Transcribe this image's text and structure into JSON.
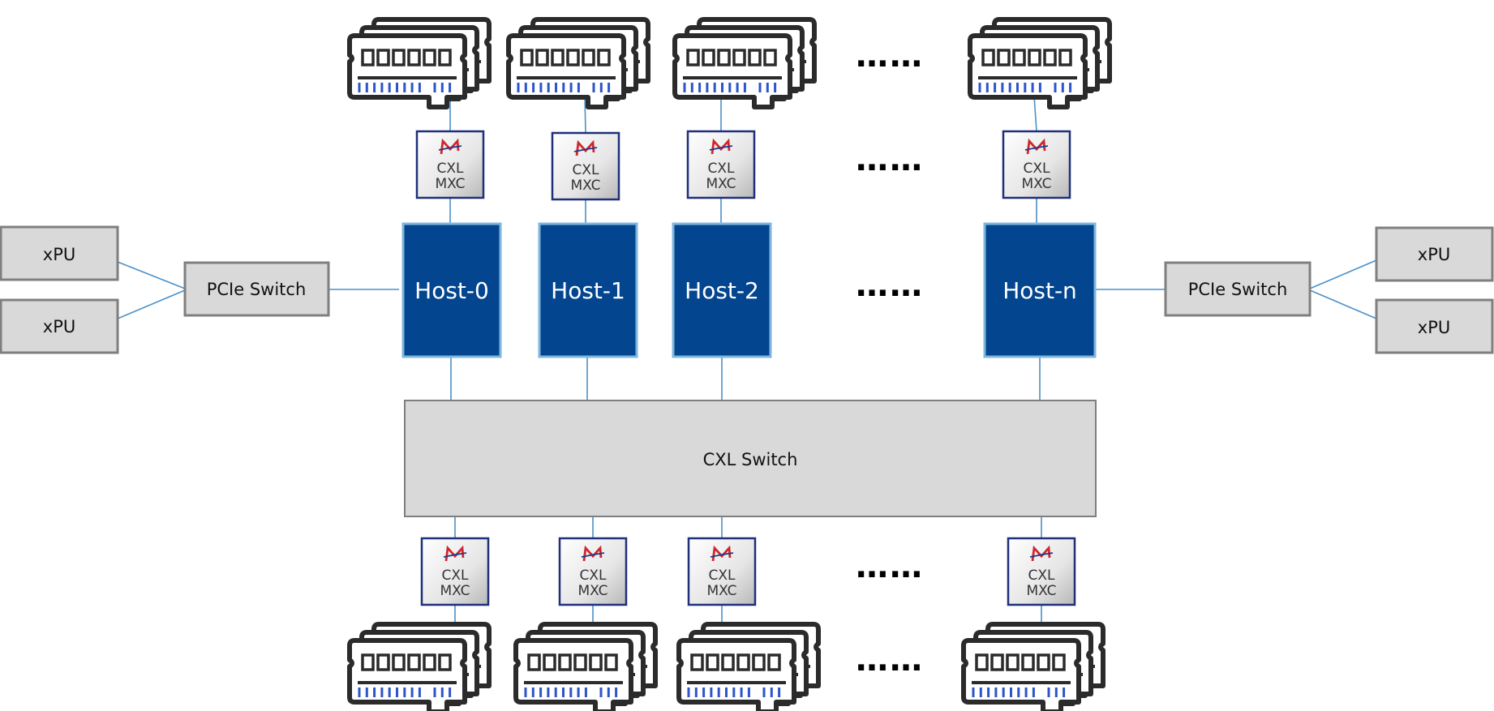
{
  "colors": {
    "host_fill": "#03458F",
    "host_border": "#7FB6DD",
    "box_fill": "#D9D9D9",
    "box_border": "#7F7F7F",
    "link": "#4A90C8",
    "dimm_stroke": "#2B2B2B",
    "dimm_pins": "#2E55C8",
    "chip_border": "#1F2F7A",
    "logo_red": "#D0262C",
    "logo_blue": "#1F3A8A"
  },
  "hosts": [
    {
      "label": "Host-0"
    },
    {
      "label": "Host-1"
    },
    {
      "label": "Host-2"
    },
    {
      "label": "Host-n"
    }
  ],
  "ellipsis": "……",
  "mxc_chip": {
    "line1": "CXL",
    "line2": "MXC",
    "icon": "mxc-logo-icon"
  },
  "memory_icon": "dimm-stack-icon",
  "cxl_switch": {
    "label": "CXL Switch"
  },
  "left": {
    "pcie_switch": {
      "label": "PCIe Switch"
    },
    "xpus": [
      {
        "label": "xPU"
      },
      {
        "label": "xPU"
      }
    ]
  },
  "right": {
    "pcie_switch": {
      "label": "PCIe Switch"
    },
    "xpus": [
      {
        "label": "xPU"
      },
      {
        "label": "xPU"
      }
    ]
  }
}
